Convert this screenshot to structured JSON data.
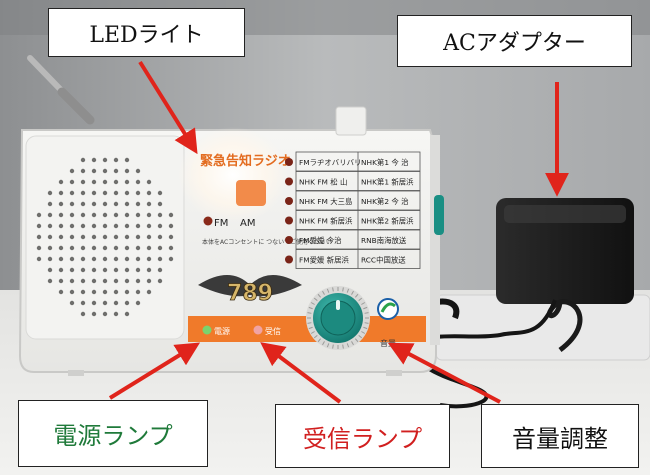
{
  "callouts": {
    "led": "LEDライト",
    "ac_adapter": "ACアダプター",
    "power_lamp": "電源ランプ",
    "receive_lamp": "受信ランプ",
    "volume": "音量調整"
  },
  "radio": {
    "brand": "緊急告知ラジオ",
    "band_fm": "FM",
    "band_am": "AM",
    "note": "本体をACコンセントに つないでご使用ください",
    "stations": [
      [
        "FMラヂオバリバリ",
        "NHK第1 今 治"
      ],
      [
        "NHK FM 松 山",
        "NHK第1 新居浜"
      ],
      [
        "NHK FM 大三島",
        "NHK第2 今 治"
      ],
      [
        "NHK FM 新居浜",
        "NHK第2 新居浜"
      ],
      [
        "FM愛媛 今治",
        "RNB南海放送"
      ],
      [
        "FM愛媛 新居浜",
        "RCC中国放送"
      ]
    ],
    "logo": "789",
    "volume_label": "音量",
    "power_lamp_label": "電源",
    "receive_lamp_label": "受信"
  },
  "colors": {
    "power_text": "#1f7a3a",
    "receive_text": "#d11f1f",
    "arrow": "#e0241b",
    "knob": "#1a8f84",
    "orange": "#f07a2a"
  }
}
